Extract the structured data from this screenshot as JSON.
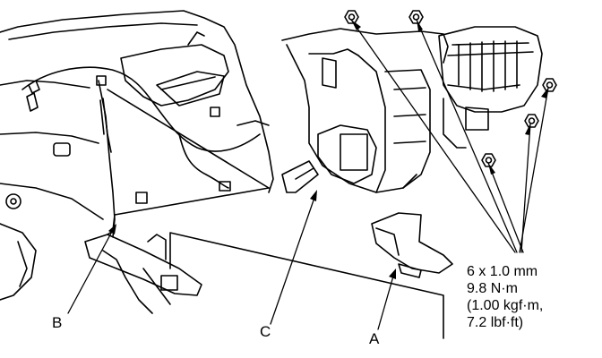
{
  "callouts": {
    "a": "A",
    "b": "B",
    "c": "C"
  },
  "torque_spec": {
    "bolt": "6 x 1.0 mm",
    "torque_nm": "9.8 N·m",
    "torque_kgfm": "(1.00 kgf·m,",
    "torque_lbfft": "7.2 lbf·ft)"
  }
}
